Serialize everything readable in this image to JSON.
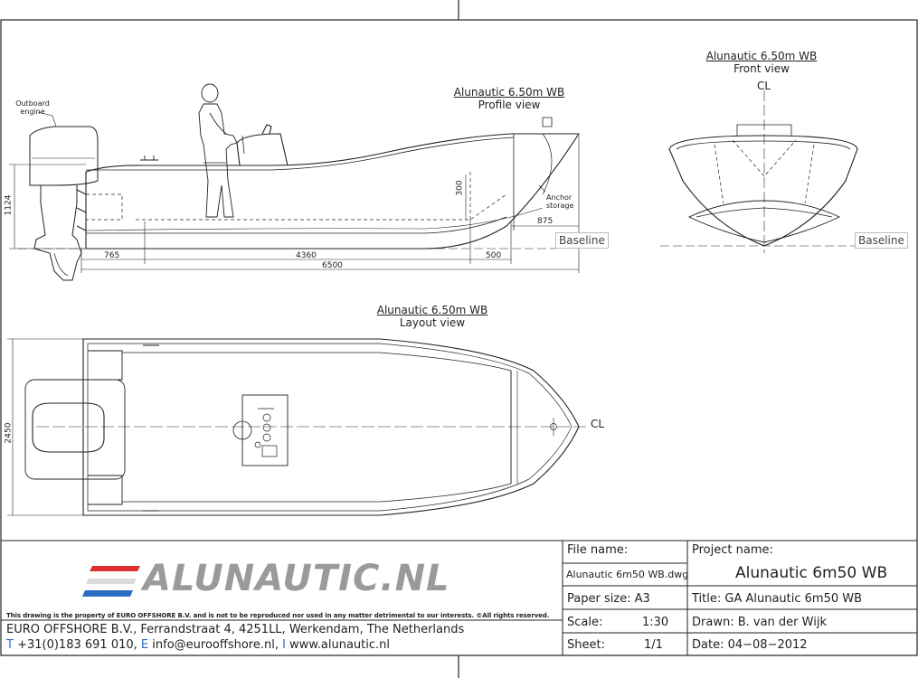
{
  "views": {
    "profile": {
      "title": "Alunautic  6.50m  WB",
      "subtitle": "Profile  view"
    },
    "front": {
      "title": "Alunautic  6.50m  WB",
      "subtitle": "Front  view"
    },
    "layout": {
      "title": "Alunautic  6.50m  WB",
      "subtitle": "Layout  view"
    }
  },
  "annotations": {
    "outboard": "Outboard\nengine",
    "anchor": "Anchor\nstorage",
    "cl_front": "CL",
    "cl_layout": "CL",
    "baseline_profile": "Baseline",
    "baseline_front": "Baseline"
  },
  "dimensions": {
    "height": "1124",
    "d300": "300",
    "d875": "875",
    "d765": "765",
    "d4360": "4360",
    "d500": "500",
    "d6500": "6500",
    "beam": "2450"
  },
  "title_block": {
    "file_name_label": "File  name:",
    "file_name_value": "Alunautic  6m50  WB.dwg",
    "paper_size": "Paper  size:  A3",
    "scale_label": "Scale:",
    "scale_value": "1:30",
    "sheet_label": "Sheet:",
    "sheet_value": "1/1",
    "project_name_label": "Project  name:",
    "project_name_value": "Alunautic  6m50  WB",
    "title": "Title:   GA  Alunautic  6m50  WB",
    "drawn": "Drawn: B.  van  der  Wijk",
    "date": "Date:   04−08−2012"
  },
  "company": {
    "logo_text": "alunautic.nl",
    "copyright": "This drawing is the property of EURO OFFSHORE B.V. and is not to be reproduced nor used in any matter detrimental to our interests. ©All rights reserved.",
    "address": "EURO  OFFSHORE  B.V.,  Ferrandstraat  4,  4251LL,  Werkendam,  The  Netherlands",
    "phone_prefix": "T",
    "phone": "  +31(0)183  691  010,",
    "email_prefix": "  E",
    "email": "  info@eurooffshore.nl,",
    "web_prefix": "  I",
    "web": "  www.alunautic.nl"
  },
  "colors": {
    "brand_red": "#e03131",
    "brand_blue": "#2b6cc4",
    "logo_gray": "#9a9a9a"
  }
}
